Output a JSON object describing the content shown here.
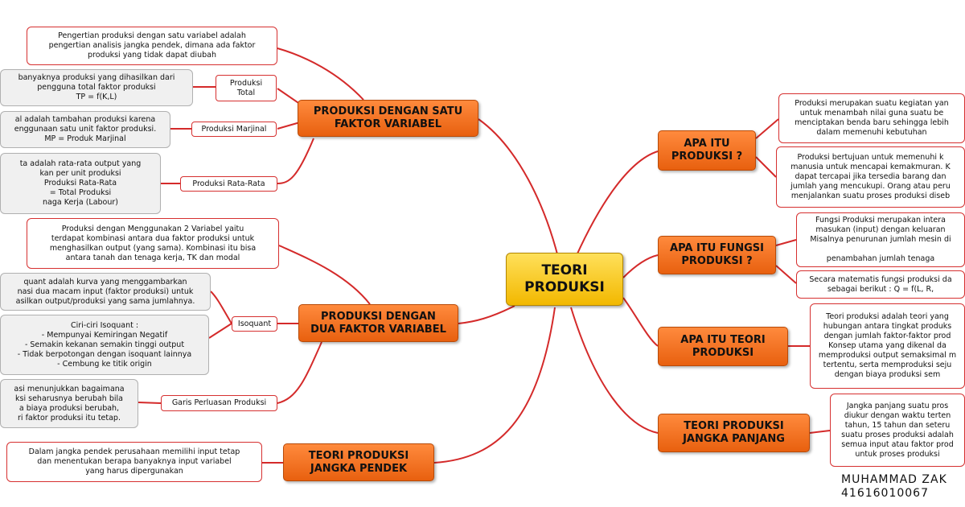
{
  "center": "TEORI\nPRODUKSI",
  "topics": {
    "satu_variabel": "PRODUKSI DENGAN SATU\nFAKTOR VARIABEL",
    "dua_variabel": "PRODUKSI DENGAN\nDUA FAKTOR VARIABEL",
    "jangka_pendek": "TEORI PRODUKSI\nJANGKA PENDEK",
    "apa_itu_produksi": "APA ITU\nPRODUKSI ?",
    "apa_itu_fungsi": "APA ITU FUNGSI\nPRODUKSI ?",
    "apa_itu_teori": "APA ITU TEORI\nPRODUKSI",
    "jangka_panjang": "TEORI PRODUKSI\nJANGKA PANJANG"
  },
  "labels": {
    "produksi_total": "Produksi\nTotal",
    "produksi_marjinal": "Produksi Marjinal",
    "produksi_rata_rata": "Produksi Rata-Rata",
    "isoquant": "Isoquant",
    "garis_perluasan": "Garis Perluasan Produksi"
  },
  "notes": {
    "pengertian_satu": "Pengertian produksi dengan satu variabel adalah\npengertian analisis jangka pendek, dimana ada faktor\nproduksi yang tidak dapat diubah",
    "total": "banyaknya produksi yang dihasilkan dari\npengguna total faktor produksi\nTP = f(K,L)",
    "marjinal": "al adalah tambahan produksi karena\nenggunaan satu unit faktor produksi.\nMP = Produk Marjinal",
    "rata": "ta adalah rata-rata output yang\nkan per unit produksi\nProduksi Rata-Rata\n= Total Produksi\nnaga Kerja (Labour)",
    "pengertian_dua": "Produksi dengan Menggunakan 2 Variabel yaitu\nterdapat kombinasi antara dua faktor produksi untuk\nmenghasilkan output (yang sama). Kombinasi itu bisa\nantara tanah dan tenaga kerja, TK dan modal",
    "isoquant_def": "quant adalah kurva yang menggambarkan\nnasi dua macam input (faktor produksi) untuk\nasilkan output/produksi yang sama jumlahnya.",
    "isoquant_ciri": "Ciri-ciri Isoquant :\n- Mempunyai Kemiringan Negatif\n- Semakin kekanan semakin tinggi output\n- Tidak berpotongan dengan isoquant lainnya\n- Cembung ke titik origin",
    "perluasan": "asi menunjukkan bagaimana\nksi seharusnya berubah bila\na biaya produksi berubah,\nri faktor produksi itu tetap.",
    "jangka_pendek": "Dalam jangka pendek perusahaan memilihi input tetap\ndan menentukan berapa banyaknya input variabel\nyang harus dipergunakan",
    "produksi_1": "Produksi merupakan suatu kegiatan yan\nuntuk menambah nilai guna suatu be\nmenciptakan benda baru sehingga lebih\ndalam memenuhi kebutuhan",
    "produksi_2": "Produksi bertujuan untuk memenuhi k\nmanusia untuk mencapai kemakmuran. K\ndapat tercapai jika tersedia barang dan\njumlah yang mencukupi. Orang atau peru\nmenjalankan suatu proses produksi diseb",
    "fungsi_1": "Fungsi Produksi merupakan intera\nmasukan (input) dengan keluaran\nMisalnya penurunan jumlah mesin di\n\npenambahan jumlah tenaga",
    "fungsi_2": "Secara matematis fungsi produksi da\nsebagai berikut : Q = f(L, R,",
    "teori": "Teori produksi adalah teori yang\nhubungan antara tingkat produks\ndengan jumlah faktor-faktor prod\nKonsep utama yang dikenal da\nmemproduksi output semaksimal m\ntertentu, serta memproduksi seju\ndengan biaya produksi sem",
    "panjang": "Jangka panjang suatu pros\ndiukur dengan waktu terten\ntahun, 15 tahun dan seteru\nsuatu proses produksi adalah\nsemua input atau faktor prod\nuntuk proses produksi"
  },
  "author": {
    "name": "MUHAMMAD ZAK",
    "id": "41616010067"
  }
}
